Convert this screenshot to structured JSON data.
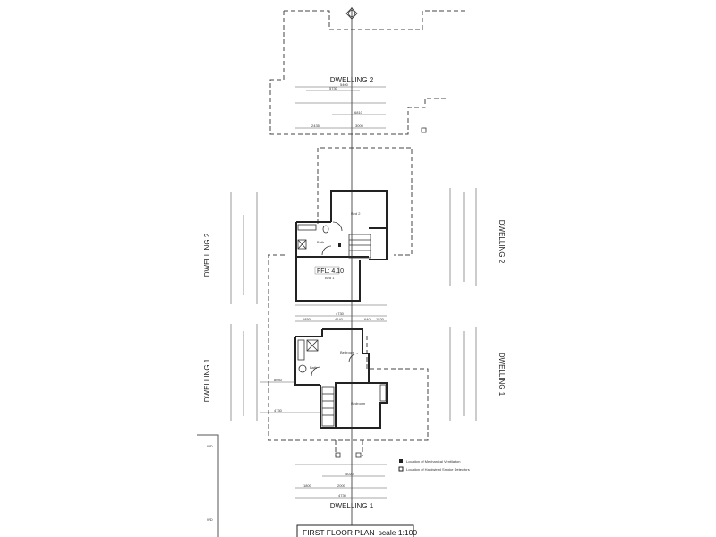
{
  "title_block": {
    "title": "FIRST FLOOR PLAN",
    "scale": "scale  1:100"
  },
  "dwellings": {
    "top_label": "DWELLING 2",
    "bottom_label": "DWELLING 1",
    "left_upper": "DWELLING 2",
    "left_lower": "DWELLING 1",
    "right_upper": "DWELLING 2",
    "right_lower": "DWELLING 1"
  },
  "dwelling2_rooms": {
    "bed2": "Bed 2",
    "bath": "Bath",
    "bed1": "Bed 1",
    "ffl": "FFL: 4.10"
  },
  "dwelling1_rooms": {
    "bedroom_upper": "Bedroom",
    "bath": "Bath",
    "bedroom_lower": "Bedroom"
  },
  "legend": [
    {
      "label": "Location of Mechanical Ventilation",
      "icon": "ventilation-icon"
    },
    {
      "label": "Location of Hardwired Smoke Detectors",
      "icon": "smoke-detector-icon"
    }
  ],
  "dimensions": {
    "top_overall": "5400",
    "top_a": "5730",
    "top_b": "6810",
    "top_c": "2435",
    "top_d": "3000",
    "d1_overall": "4730",
    "d1_a": "1850",
    "d1_b": "4140",
    "d1_c": "640",
    "d1_d": "1520",
    "bottom_overall": "4730",
    "bottom_a": "4020",
    "bottom_b": "1800",
    "bottom_c": "2000",
    "side_a": "8040",
    "side_b": "4730"
  },
  "margin_marks": [
    "WD",
    "WD"
  ]
}
